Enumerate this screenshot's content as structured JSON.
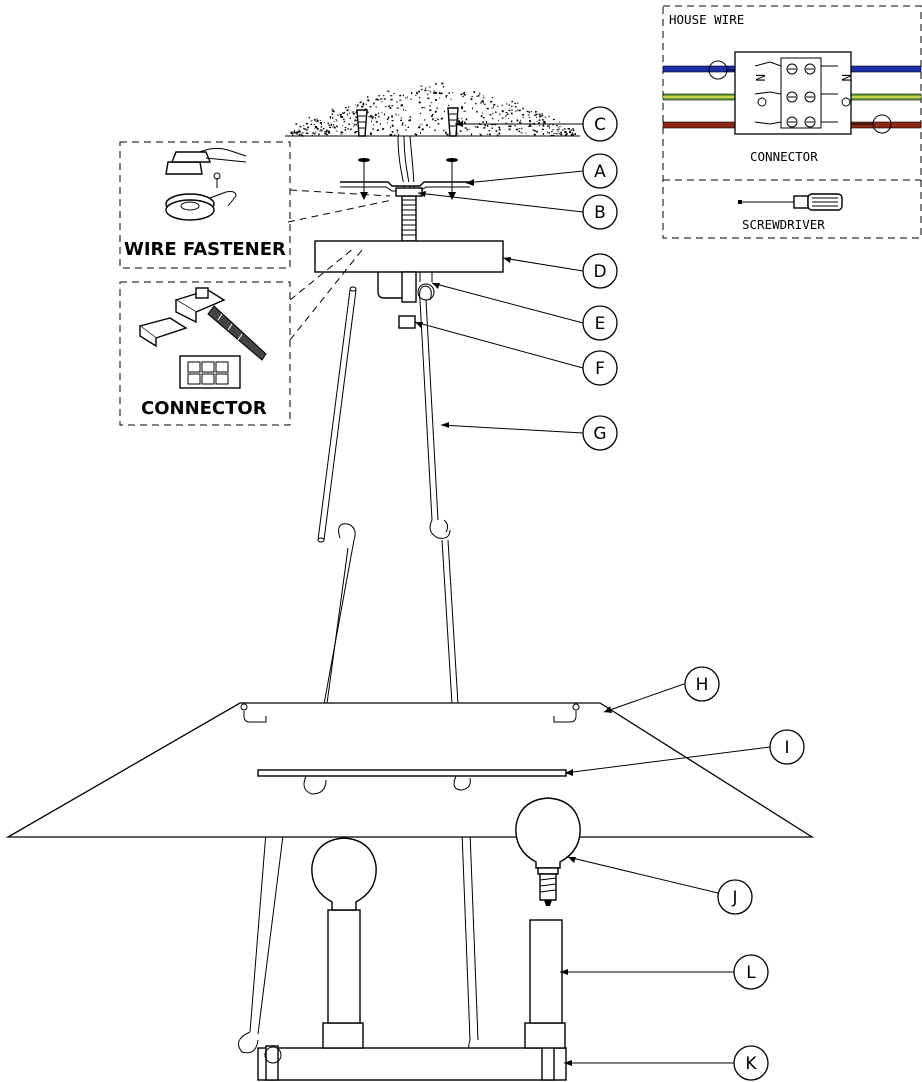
{
  "insets": {
    "wire_fastener_title": "WIRE FASTENER",
    "connector_title": "CONNECTOR"
  },
  "wiring_box": {
    "title": "HOUSE WIRE",
    "connector_label": "CONNECTOR",
    "tool_label": "SCREWDRIVER",
    "terminal_marks": [
      "N",
      "N"
    ],
    "wire_colors": {
      "neutral": "#1f2fa8",
      "ground": "#6fa23a",
      "ground_stripe": "#e7e35a",
      "hot": "#8b2a17"
    }
  },
  "callouts": [
    {
      "id": "A",
      "label": "A"
    },
    {
      "id": "B",
      "label": "B"
    },
    {
      "id": "C",
      "label": "C"
    },
    {
      "id": "D",
      "label": "D"
    },
    {
      "id": "E",
      "label": "E"
    },
    {
      "id": "F",
      "label": "F"
    },
    {
      "id": "G",
      "label": "G"
    },
    {
      "id": "H",
      "label": "H"
    },
    {
      "id": "I",
      "label": "I"
    },
    {
      "id": "J",
      "label": "J"
    },
    {
      "id": "K",
      "label": "K"
    },
    {
      "id": "L",
      "label": "L"
    }
  ]
}
